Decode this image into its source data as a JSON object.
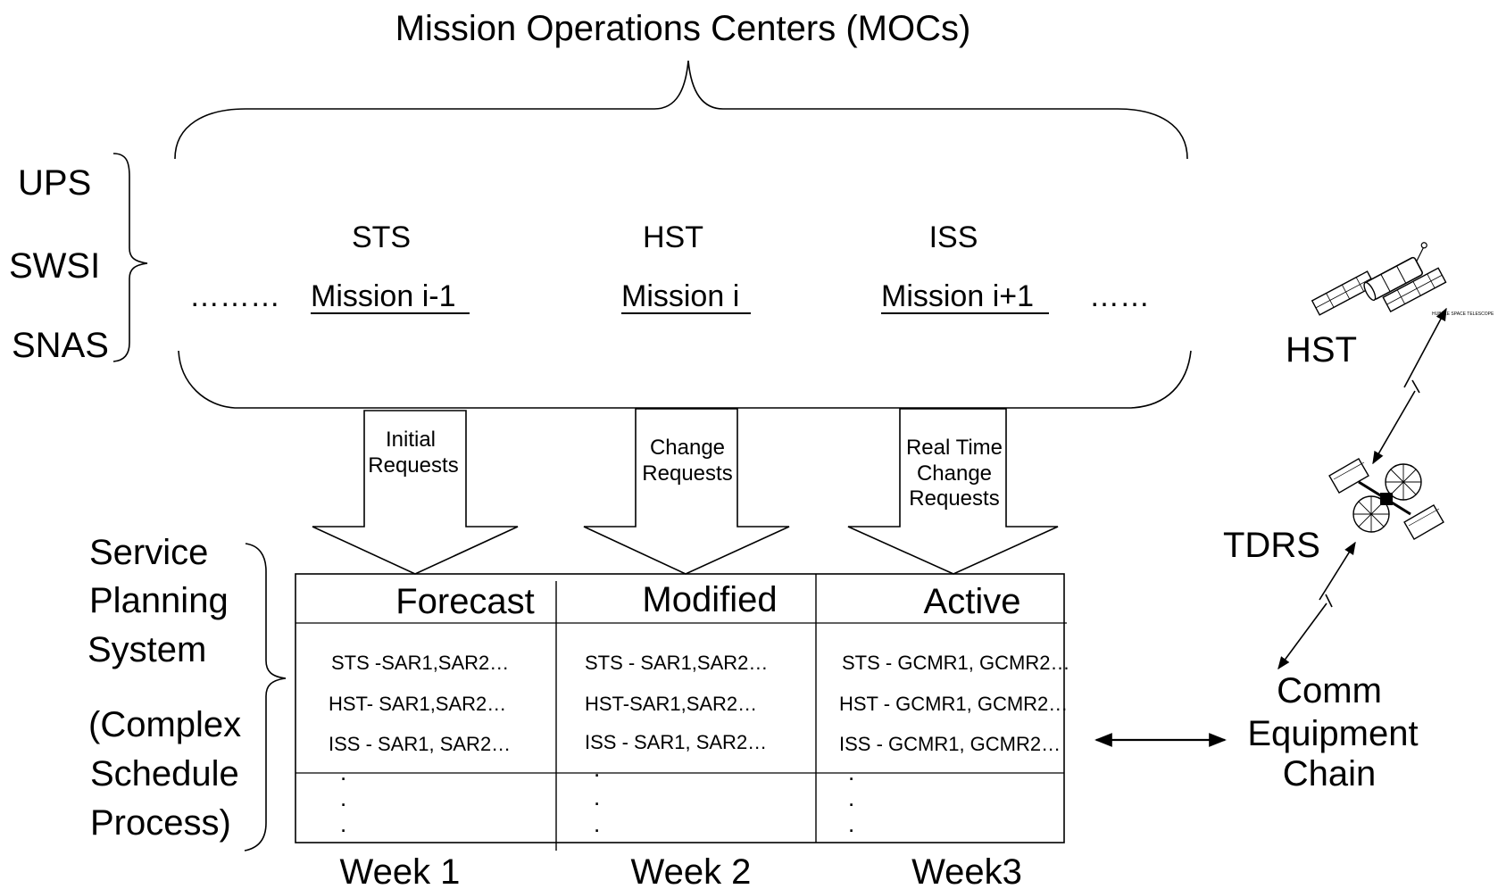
{
  "title": "Mission Operations Centers (MOCs)",
  "left_interfaces": [
    "UPS",
    "SWSI",
    "SNAS"
  ],
  "missions": {
    "leading_dots": "………",
    "trailing_dots": "……",
    "items": [
      {
        "program": "STS",
        "name": "Mission i-1"
      },
      {
        "program": "HST",
        "name": "Mission i"
      },
      {
        "program": "ISS",
        "name": "Mission i+1"
      }
    ]
  },
  "request_arrows": [
    {
      "lines": [
        "Initial",
        "Requests"
      ]
    },
    {
      "lines": [
        "Change",
        "Requests"
      ]
    },
    {
      "lines": [
        "Real Time",
        "Change",
        "Requests"
      ]
    }
  ],
  "planning_system": {
    "label_lines": [
      "Service",
      "Planning",
      "System",
      "(Complex",
      "Schedule",
      "Process)"
    ]
  },
  "schedule_table": {
    "columns": [
      {
        "header": "Forecast",
        "rows": [
          "STS -SAR1,SAR2…",
          "HST- SAR1,SAR2…",
          "ISS -  SAR1, SAR2…"
        ],
        "week": "Week 1"
      },
      {
        "header": "Modified",
        "rows": [
          "STS - SAR1,SAR2…",
          "HST-SAR1,SAR2…",
          "ISS -  SAR1, SAR2…"
        ],
        "week": "Week 2"
      },
      {
        "header": "Active",
        "rows": [
          "STS - GCMR1, GCMR2…",
          "HST  - GCMR1, GCMR2…",
          "ISS - GCMR1, GCMR2…"
        ],
        "week": "Week3"
      }
    ],
    "continuation_dot": "."
  },
  "network": {
    "hst_label": "HST",
    "hst_caption": "HUBBLE SPACE TELESCOPE",
    "tdrs_label": "TDRS",
    "comm_lines": [
      "Comm",
      "Equipment",
      "Chain"
    ]
  }
}
